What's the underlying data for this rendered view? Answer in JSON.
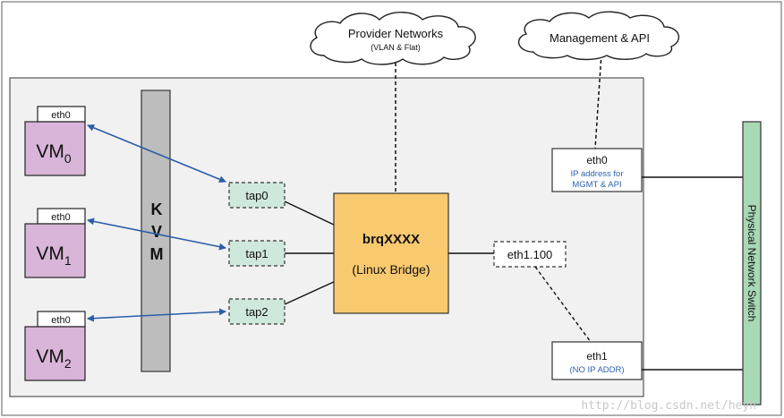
{
  "clouds": {
    "provider": {
      "title": "Provider Networks",
      "subtitle": "(VLAN & Flat)"
    },
    "management": {
      "title": "Management & API"
    }
  },
  "kvm": {
    "letters": [
      "K",
      "V",
      "M"
    ]
  },
  "vms": [
    {
      "nic": "eth0",
      "label": "VM",
      "sub": "0"
    },
    {
      "nic": "eth0",
      "label": "VM",
      "sub": "1"
    },
    {
      "nic": "eth0",
      "label": "VM",
      "sub": "2"
    }
  ],
  "taps": [
    "tap0",
    "tap1",
    "tap2"
  ],
  "bridge": {
    "name": "brqXXXX",
    "type": "(Linux Bridge)"
  },
  "vlan_iface": "eth1.100",
  "eth0_box": {
    "name": "eth0",
    "line1": "IP address for",
    "line2": "MGMT & API"
  },
  "eth1_box": {
    "name": "eth1",
    "line1": "(NO IP ADDR)"
  },
  "switch": {
    "label": "Physical Network Switch"
  },
  "watermark": "http://blog.csdn.net/heyh",
  "colors": {
    "vm_fill": "#d8b5d9",
    "tap_fill": "#cfe8dc",
    "bridge_fill": "#f9c96f",
    "switch_fill": "#a8d8b5",
    "kvm_fill": "#bdbdbd",
    "host_fill": "#f1f1f1",
    "arrow": "#2a5da8",
    "accent_text": "#2f62b0"
  }
}
